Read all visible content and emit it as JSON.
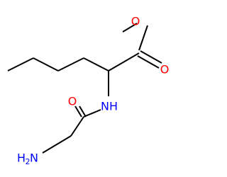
{
  "molecule": {
    "atoms": {
      "ester_o": {
        "text": "O",
        "color": "#ff0000"
      },
      "carbonyl_o_ester": {
        "text": "O",
        "color": "#ff0000"
      },
      "nh": {
        "text": "NH",
        "color": "#0000ff"
      },
      "carbonyl_o_amide": {
        "text": "O",
        "color": "#ff0000"
      },
      "amine": {
        "text": "H",
        "subscript": "2",
        "suffix": "N",
        "color": "#0000ff"
      }
    },
    "bond_color": "#000000"
  }
}
